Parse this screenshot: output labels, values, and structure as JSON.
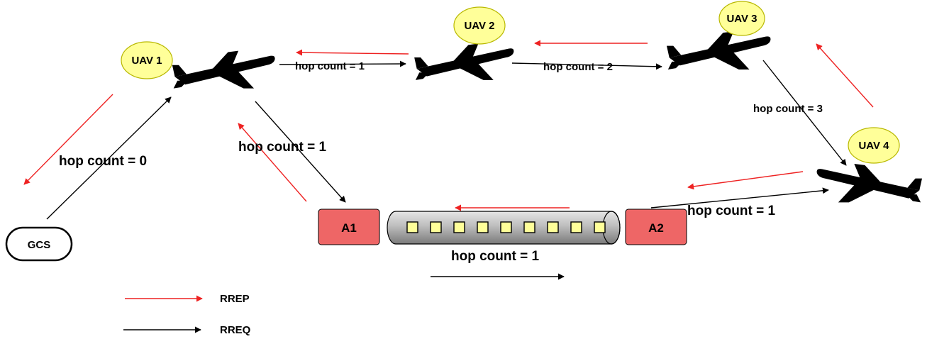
{
  "nodes": {
    "uav1": "UAV 1",
    "uav2": "UAV 2",
    "uav3": "UAV 3",
    "uav4": "UAV 4",
    "gcs": "GCS",
    "a1": "A1",
    "a2": "A2"
  },
  "edges": {
    "gcs_uav1": "hop count = 0",
    "uav1_uav2": "hop count = 1",
    "uav2_uav3": "hop count = 2",
    "uav3_uav4": "hop count = 3",
    "uav1_a1": "hop count = 1",
    "a2_uav4": "hop count = 1",
    "a1_a2": "hop count = 1"
  },
  "legend": {
    "rrep": "RREP",
    "rreq": "RREQ"
  },
  "colors": {
    "rrep": "#ee2222",
    "rreq": "#000000",
    "uav_badge": "#ffff99",
    "router": "#ee6666"
  }
}
